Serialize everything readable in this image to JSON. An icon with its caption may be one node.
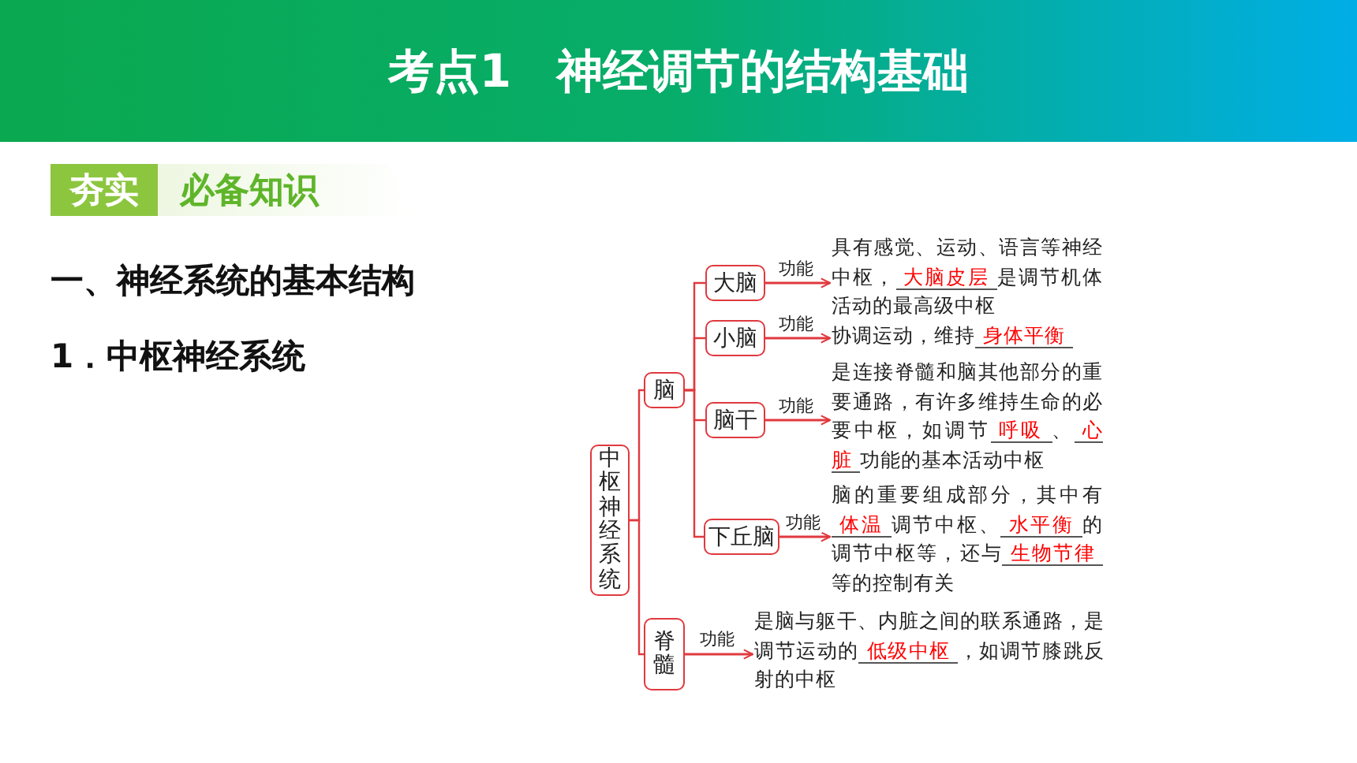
{
  "diagram": {
    "title": "考点1　神经调节的结构基础",
    "nodes": [
      {
        "text": [
          "中枢神经系统"
        ]
      },
      {
        "text": [
          "脑"
        ]
      },
      {
        "text": [
          "大脑"
        ]
      },
      {
        "text": [
          "小脑"
        ]
      },
      {
        "text": [
          "脑干"
        ]
      },
      {
        "text": [
          "下丘脑"
        ]
      },
      {
        "text": [
          "脊髓"
        ]
      },
      {
        "text": [
          "具有感觉、运动、语言等神经中枢，",
          "大脑皮层",
          "是调节机体活动的最高级中枢"
        ]
      },
      {
        "text": [
          "协调运动，维持",
          "身体平衡"
        ]
      },
      {
        "text": [
          "是连接脊髓和脑其他部分的重要通路，有许多维持生命的必要中枢，如调节",
          "呼吸",
          "、",
          "心脏",
          "功能的基本活动中枢"
        ]
      },
      {
        "text": [
          "脑的重要组成部分，其中有",
          "体温",
          "调节中枢、",
          "水平衡",
          "的调节中枢等，还与",
          "生物节律",
          "等的控制有关"
        ]
      },
      {
        "text": [
          "是脑与躯干、内脏之间的联系通路，是调节运动的",
          "低级中枢",
          "，如调节膝跳反射的中枢"
        ]
      }
    ],
    "edges": [
      {
        "from": 0,
        "to": 1,
        "arrow": "none"
      },
      {
        "from": 0,
        "to": 6,
        "arrow": "none"
      },
      {
        "from": 1,
        "to": 2,
        "arrow": "none"
      },
      {
        "from": 1,
        "to": 3,
        "arrow": "none"
      },
      {
        "from": 1,
        "to": 4,
        "arrow": "none"
      },
      {
        "from": 1,
        "to": 5,
        "arrow": "none"
      },
      {
        "from": 2,
        "to": 7,
        "arrow": "to",
        "label": "功能"
      },
      {
        "from": 3,
        "to": 8,
        "arrow": "to",
        "label": "功能"
      },
      {
        "from": 4,
        "to": 9,
        "arrow": "to",
        "label": "功能"
      },
      {
        "from": 5,
        "to": 10,
        "arrow": "to",
        "label": "功能"
      },
      {
        "from": 6,
        "to": 11,
        "arrow": "to",
        "label": "功能"
      }
    ],
    "labels": [
      "夯实",
      "必备知识",
      "一、神经系统的基本结构",
      "1．中枢神经系统"
    ]
  }
}
